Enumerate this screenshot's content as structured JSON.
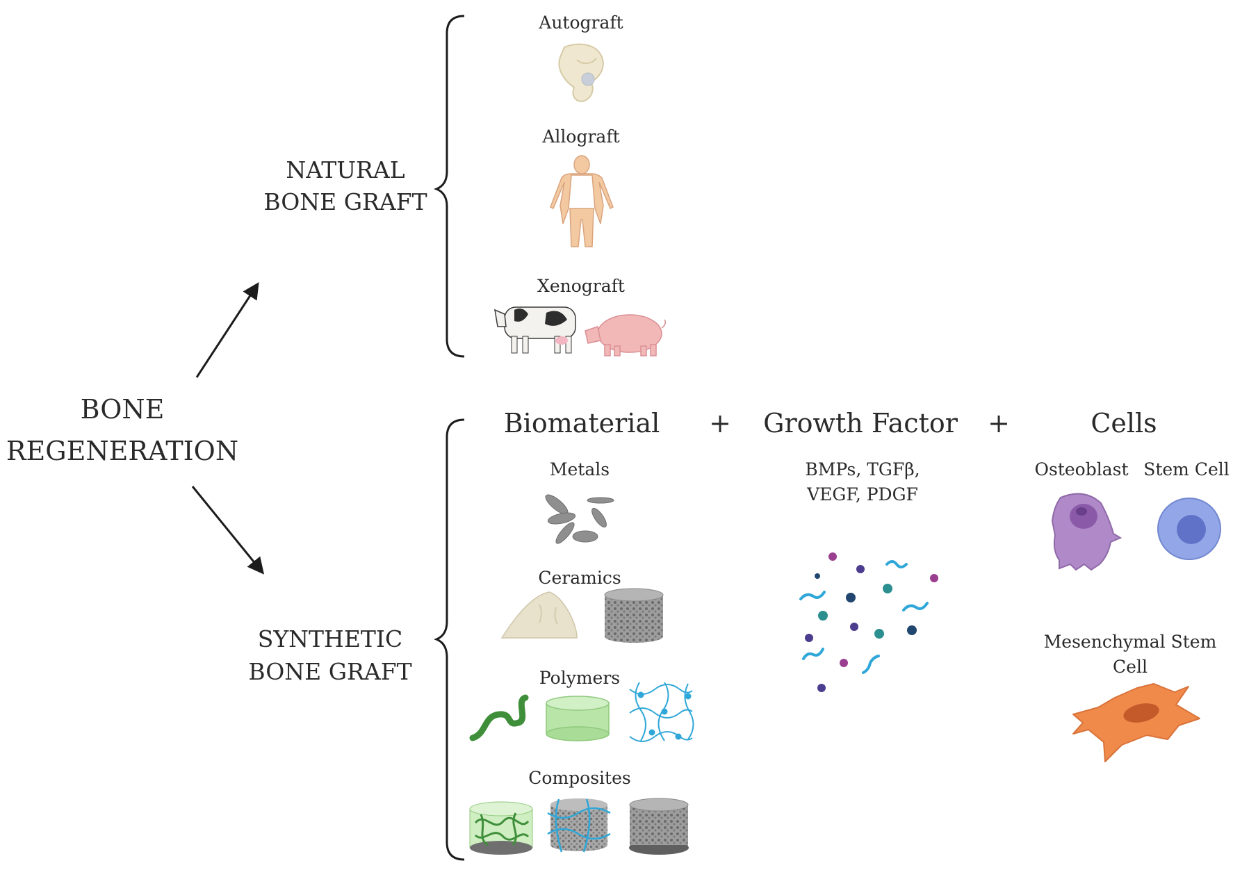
{
  "root": {
    "line1": "BONE",
    "line2": "REGENERATION"
  },
  "natural": {
    "line1": "NATURAL",
    "line2": "BONE GRAFT",
    "items": {
      "autograft": "Autograft",
      "allograft": "Allograft",
      "xenograft": "Xenograft"
    }
  },
  "synthetic": {
    "line1": "SYNTHETIC",
    "line2": "BONE GRAFT"
  },
  "columns": {
    "biomaterial": "Biomaterial",
    "growth_factor": "Growth Factor",
    "cells": "Cells",
    "plus": "+"
  },
  "biomaterials": {
    "metals": "Metals",
    "ceramics": "Ceramics",
    "polymers": "Polymers",
    "composites": "Composites"
  },
  "growth_factors": {
    "line1": "BMPs, TGFβ,",
    "line2": "VEGF, PDGF"
  },
  "cells": {
    "osteoblast": "Osteoblast",
    "stem_cell": "Stem Cell",
    "msc_line1": "Mesenchymal Stem",
    "msc_line2": "Cell"
  },
  "colors": {
    "line": "#1c1c1c",
    "bone": "#efe7cf",
    "skin": "#f3c9a2",
    "pig": "#f2b8b8",
    "metal": "#8f8f8f",
    "polymer_green": "#3f8f3a",
    "hydrogel": "#b9e6a8",
    "network_blue": "#2fa7d8",
    "osteoblast": "#b08ac8",
    "stem_cell": "#93a7e8",
    "msc": "#ef8a4a"
  }
}
